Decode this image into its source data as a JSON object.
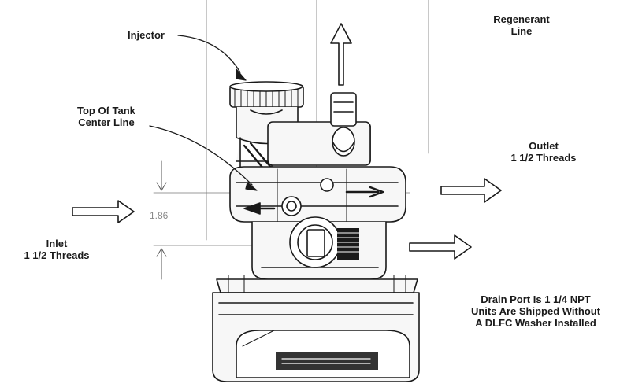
{
  "labels": {
    "injector": "Injector",
    "top_of_tank": [
      "Top Of Tank",
      "Center Line"
    ],
    "regenerant": [
      "Regenerant",
      "Line"
    ],
    "outlet": [
      "Outlet",
      "1 1/2 Threads"
    ],
    "inlet": [
      "Inlet",
      "1 1/2 Threads"
    ],
    "drain_note": [
      "Drain Port Is 1 1/4 NPT",
      "Units Are Shipped Without",
      "A DLFC  Washer Installed"
    ]
  },
  "dimension": "1.86",
  "colors": {
    "line": "#1a1a1a",
    "dim": "#888888",
    "fill": "#f7f7f7"
  }
}
